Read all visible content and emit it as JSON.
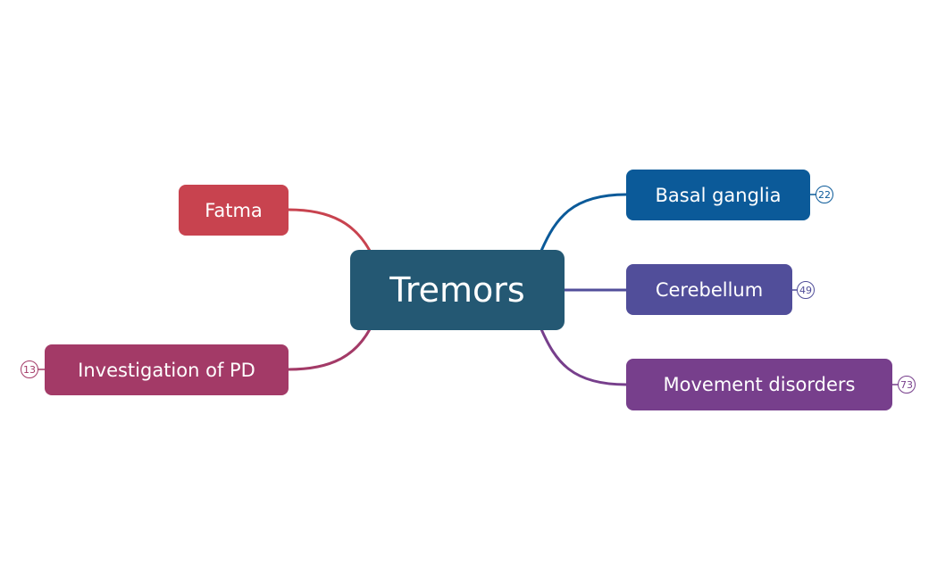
{
  "central": {
    "label": "Tremors",
    "color": "#245873"
  },
  "branches": {
    "basal_ganglia": {
      "label": "Basal ganglia",
      "color": "#0b5a99",
      "count": "22"
    },
    "cerebellum": {
      "label": "Cerebellum",
      "color": "#514e9a",
      "count": "49"
    },
    "movement_disorders": {
      "label": "Movement disorders",
      "color": "#773f8c",
      "count": "73"
    },
    "fatma": {
      "label": "Fatma",
      "color": "#c8434f"
    },
    "investigation_pd": {
      "label": "Investigation of PD",
      "color": "#a33a67",
      "count": "13"
    }
  }
}
